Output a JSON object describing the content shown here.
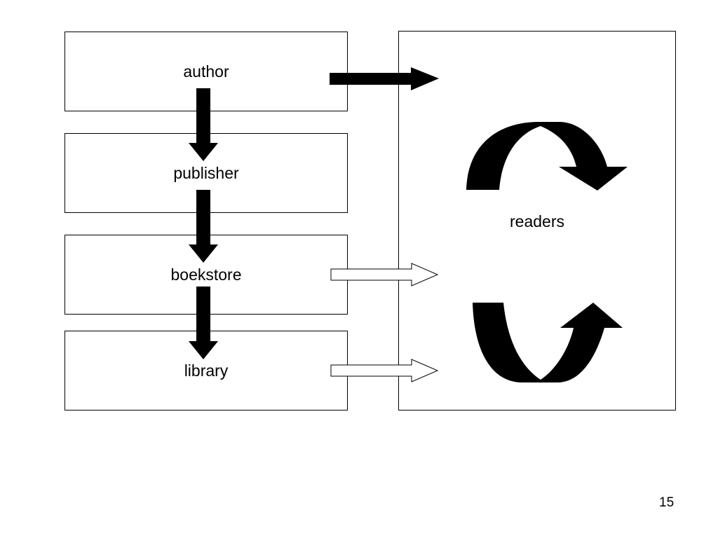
{
  "diagram": {
    "nodes": {
      "author": "author",
      "publisher": "publisher",
      "bookstore": "boekstore",
      "library": "library",
      "readers": "readers"
    }
  },
  "slide": {
    "page_number": "15"
  }
}
